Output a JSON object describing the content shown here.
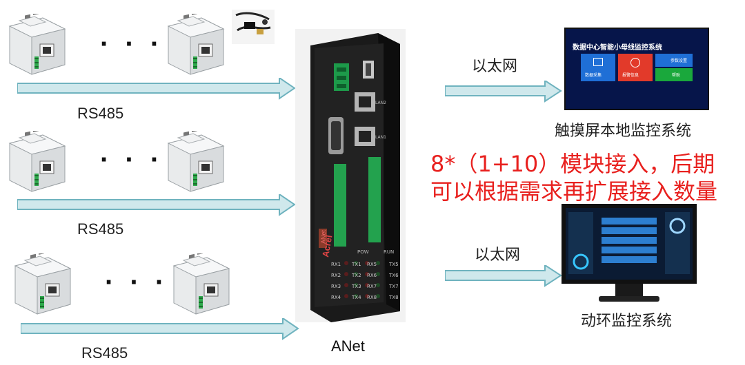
{
  "labels": {
    "rs485_1": "RS485",
    "rs485_2": "RS485",
    "rs485_3": "RS485",
    "ellipsis": "· · ·",
    "ethernet_1": "以太网",
    "ethernet_2": "以太网",
    "touchscreen": "触摸屏本地监控系统",
    "env_monitor": "动环监控系统",
    "gateway": "ANet"
  },
  "annotation": {
    "line1": "8*（1+10）模块接入，后期",
    "line2": "可以根据需求再扩展接入数量"
  },
  "touchscreen_ui": {
    "title": "数据中心智能小母线监控系统",
    "tiles": [
      "数据采集",
      "报警信息",
      "参数设置",
      "帮助"
    ]
  },
  "device": {
    "brand": "Acrel",
    "model": "ANet",
    "leds_left": [
      "RX1",
      "RX2",
      "RX3",
      "RX4"
    ],
    "leds_mid_a": [
      "TX1",
      "TX2",
      "TX3",
      "TX4"
    ],
    "leds_mid_b": [
      "RX5",
      "RX6",
      "RX7",
      "RX8"
    ],
    "leds_right": [
      "TX5",
      "TX6",
      "TX7",
      "TX8"
    ],
    "pow": "POW",
    "run": "RUN",
    "lan2": "LAN2",
    "lan1": "LAN1"
  },
  "colors": {
    "arrow_fill": "#cfe8ec",
    "arrow_stroke": "#6fb3bf",
    "annotation": "#e8201e",
    "tile_blue": "#1f6fd6",
    "tile_red": "#e23a2a",
    "tile_green": "#1aa83c"
  }
}
